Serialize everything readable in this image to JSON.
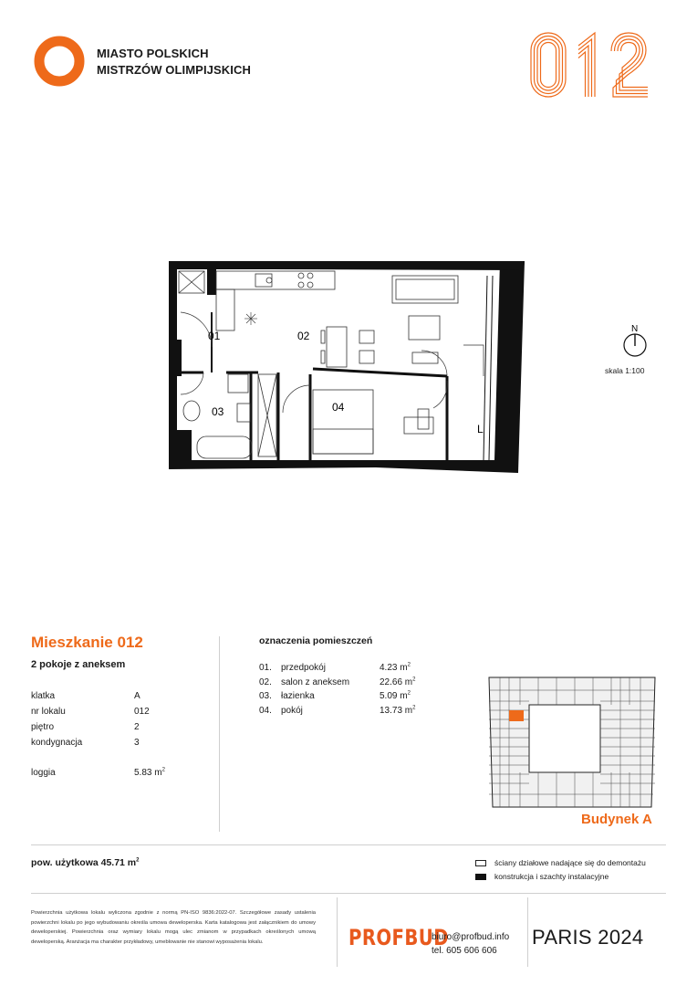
{
  "brand": {
    "name_line1": "MIASTO POLSKICH",
    "name_line2": "MISTRZÓW OLIMPIJSKICH",
    "logo_color": "#ee6a1a"
  },
  "unit_number_big": "012",
  "floorplan": {
    "room_labels": [
      "01",
      "02",
      "03",
      "04",
      "L"
    ],
    "compass_label": "N",
    "scale": "skala 1:100"
  },
  "unit": {
    "title": "Mieszkanie 012",
    "subtitle": "2 pokoje z aneksem",
    "properties": [
      {
        "label": "klatka",
        "value": "A"
      },
      {
        "label": "nr lokalu",
        "value": "012"
      },
      {
        "label": "piętro",
        "value": "2"
      },
      {
        "label": "kondygnacja",
        "value": "3"
      }
    ],
    "loggia_label": "loggia",
    "loggia_value": "5.83 m",
    "sq_sup": "2"
  },
  "rooms": {
    "title": "oznaczenia pomieszczeń",
    "items": [
      {
        "num": "01.",
        "name": "przedpokój",
        "area": "4.23 m"
      },
      {
        "num": "02.",
        "name": "salon z aneksem",
        "area": "22.66 m"
      },
      {
        "num": "03.",
        "name": "łazienka",
        "area": "5.09 m"
      },
      {
        "num": "04.",
        "name": "pokój",
        "area": "13.73 m"
      }
    ]
  },
  "building": {
    "label": "Budynek A",
    "highlight_color": "#ee6a1a"
  },
  "total_area": "pow. użytkowa 45.71 m",
  "legend": {
    "demolish": "ściany działowe nadające się do demontażu",
    "structure": "konstrukcja i szachty instalacyjne"
  },
  "disclaimer": "Powierzchnia użytkowa lokalu wyliczona zgodnie z normą PN-ISO 9836:2022-07. Szczegółowe zasady ustalenia powierzchni lokalu po jego wybudowaniu określa umowa deweloperska. Karta katalogowa jest załącznikiem do umowy deweloperskiej. Powierzchnia oraz wymiary lokalu mogą ulec zmianom w przypadkach określonych umową deweloperską. Aranżacja ma charakter przykładowy, umeblowanie nie stanowi wyposażenia lokalu.",
  "footer": {
    "developer": "PROFBUD",
    "email": "biuro@profbud.info",
    "phone": "tel. 605 606 606",
    "project": "PARIS 2024",
    "developer_color": "#e8591d"
  }
}
